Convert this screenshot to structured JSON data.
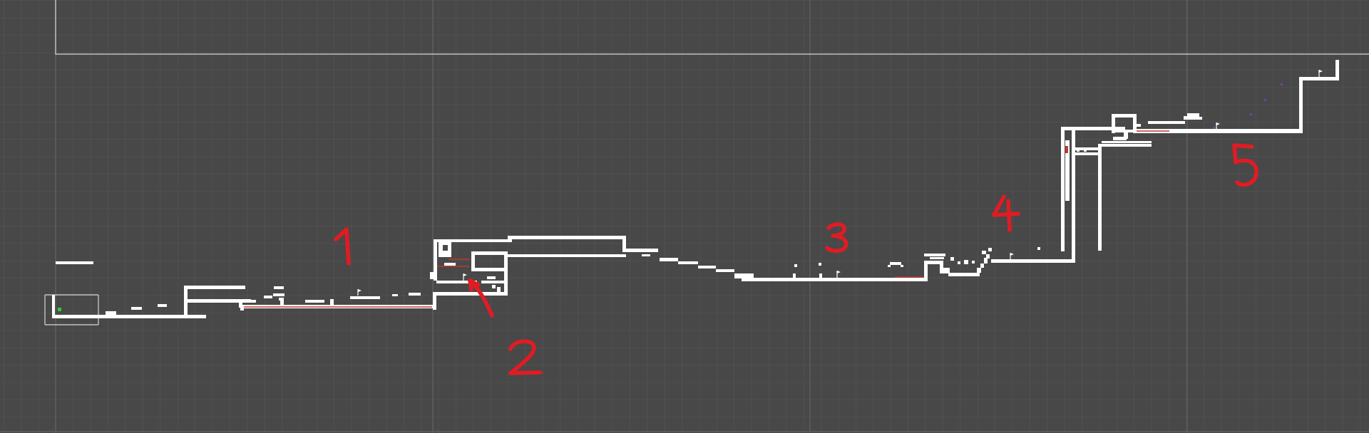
{
  "editor": {
    "grid": "on",
    "colors": {
      "background": "#484848",
      "wall": "#ffffff",
      "annotation": "#e21b23",
      "player_spawn": "#33cc33",
      "gridline_major": "#5e5e5e"
    }
  },
  "annotations": {
    "sections": [
      "1",
      "2",
      "3",
      "4",
      "5"
    ]
  },
  "entities": {
    "player_spawn_icon": "player-spawn-icon",
    "checkpoint_icon": "flag-icon",
    "checkpoint_count": 6
  }
}
